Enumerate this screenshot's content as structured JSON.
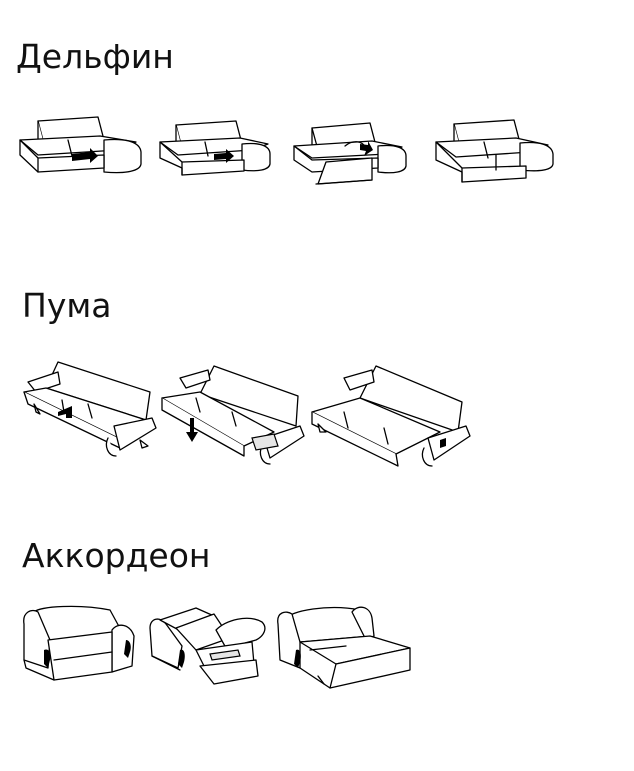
{
  "sections": [
    {
      "title": "Дельфин"
    },
    {
      "title": "Пума"
    },
    {
      "title": "Аккордеон"
    }
  ],
  "colors": {
    "line": "#000000",
    "background": "#ffffff"
  }
}
